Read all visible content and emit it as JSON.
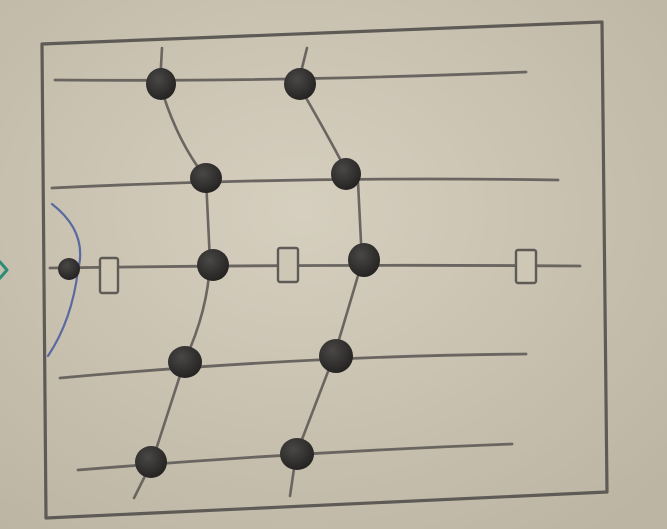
{
  "image": {
    "kind": "hand-drawn sketch on paper",
    "colors": {
      "paper": "#cfc7b6",
      "paper_edge": "#b9b19f",
      "ink": "#5e5a55",
      "dot": "#2d2c2b",
      "accent_arrow": "#2e8b74"
    }
  },
  "diagram": {
    "frame": "rectangle",
    "horizontal_lines": 5,
    "filled_dots": 11,
    "hollow_squares": 3,
    "left_arc": true,
    "edge_arrow": "chevron-right-icon"
  }
}
